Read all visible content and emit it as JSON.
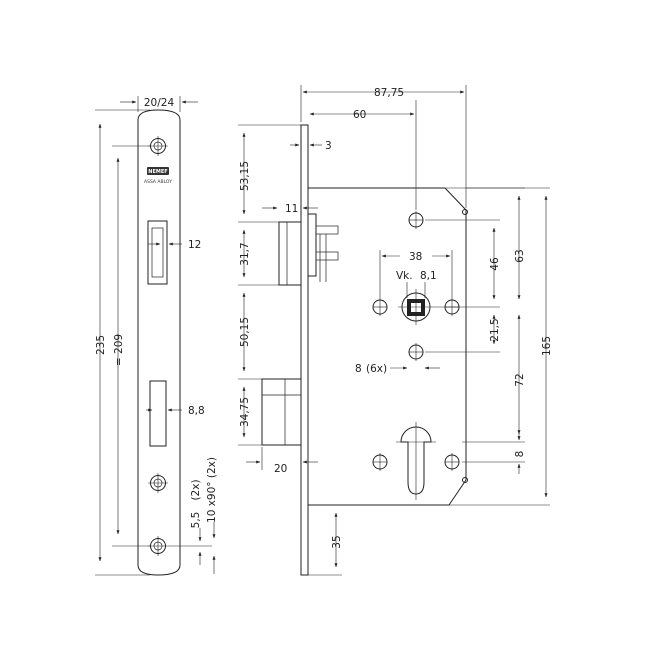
{
  "faceplate": {
    "width_label": "20/24",
    "height_label": "235",
    "hole_spacing_label": "= 209",
    "latch_width_label": "12",
    "bolt_width_label": "8,8",
    "screw_label": "5,5",
    "screw_count_label": "(2x)",
    "countersink_label": "10 x90° (2x)",
    "brand_primary": "NEMEF",
    "brand_secondary": "ASSA ABLOY"
  },
  "side": {
    "offset_a": "53,15",
    "offset_b": "31,7",
    "offset_c": "50,15",
    "offset_d": "34,75",
    "bottom_offset": "35",
    "latch_projection": "11",
    "bolt_projection": "20",
    "plate_thickness": "3"
  },
  "body": {
    "total_width": "87,75",
    "backset": "60",
    "hole_spacing": "38",
    "spindle_label": "Vk.",
    "spindle_size": "8,1",
    "hole_diameter": "8",
    "hole_count": "(6x)",
    "dim_46": "46",
    "dim_63": "63",
    "dim_21_5": "21,5",
    "dim_72": "72",
    "dim_8": "8",
    "dim_165": "165"
  },
  "colors": {
    "line": "#222222",
    "background": "#ffffff"
  }
}
